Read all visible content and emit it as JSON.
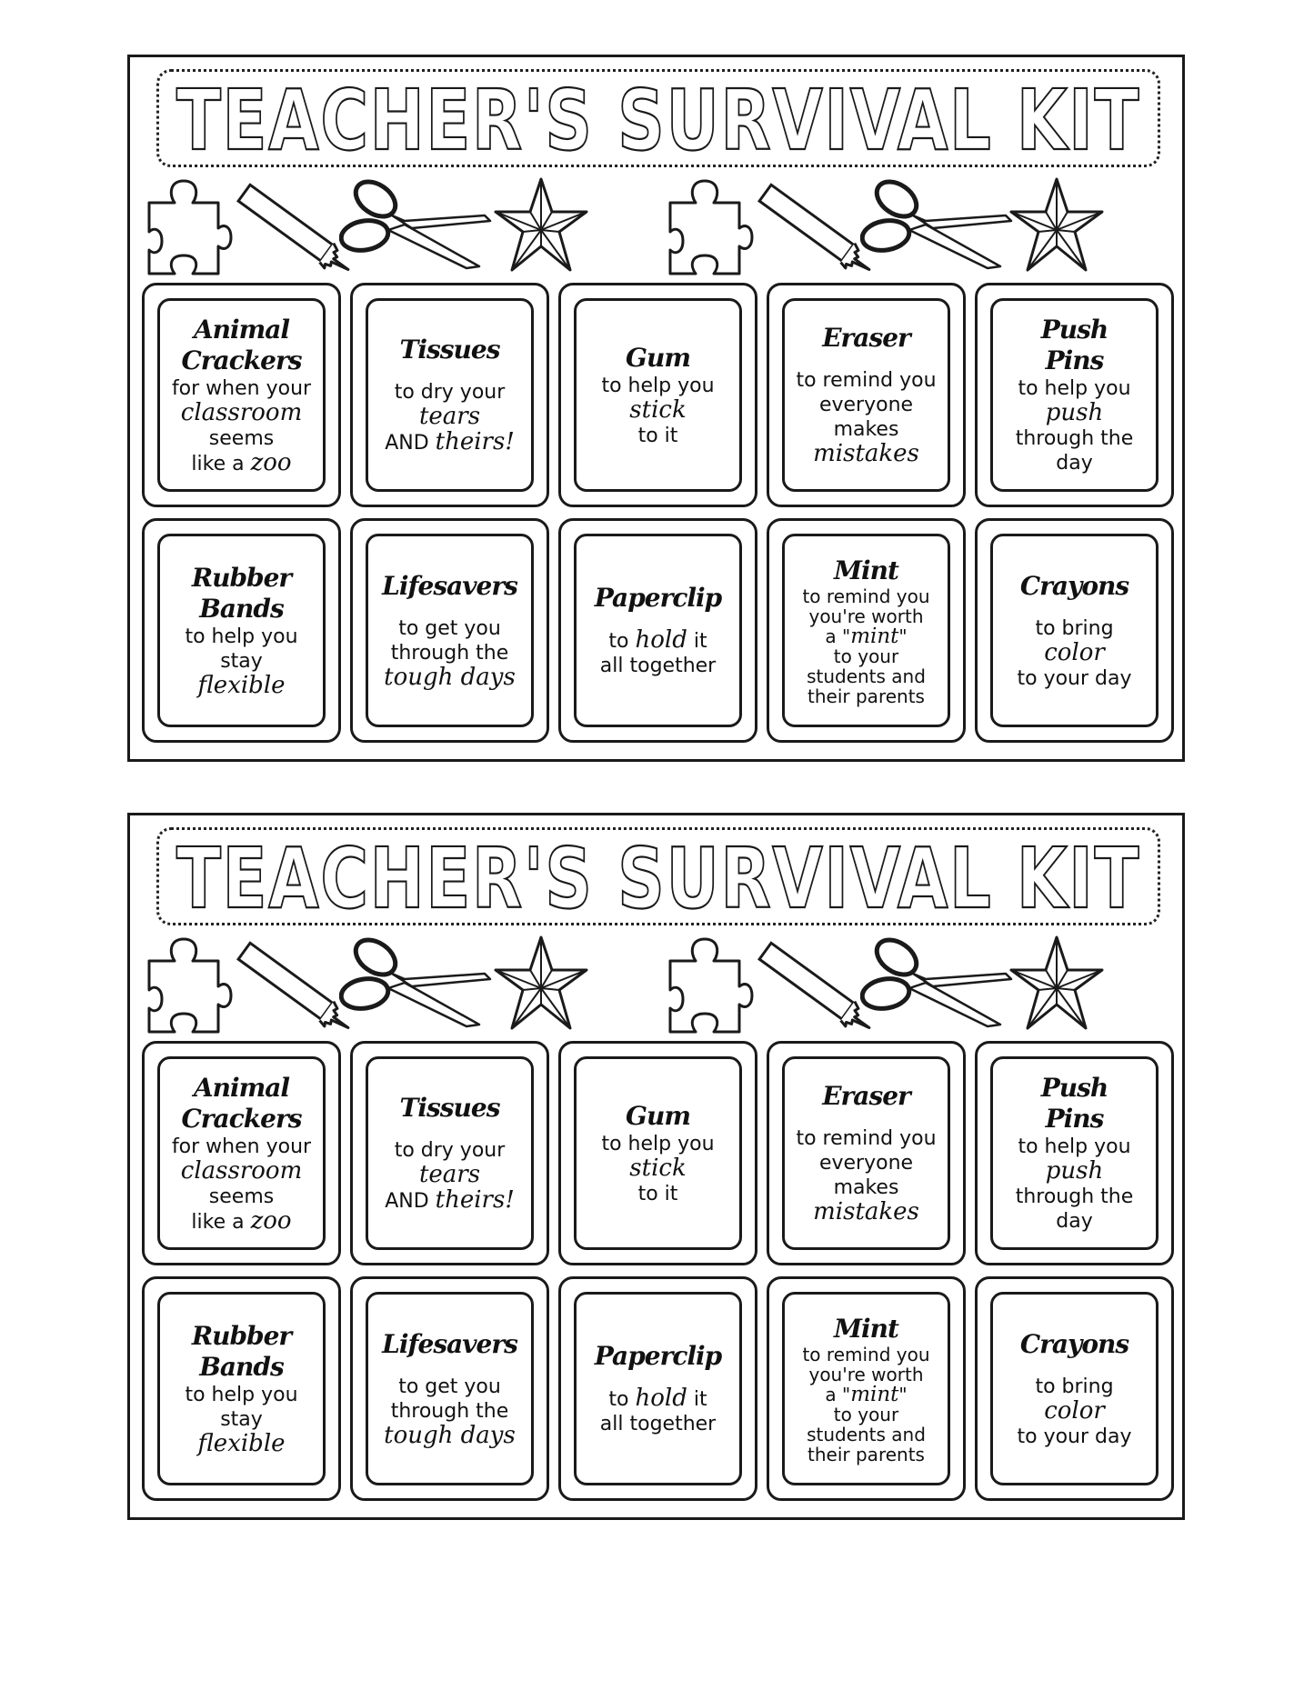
{
  "page": {
    "sheet_count": 2,
    "title": "TEACHER'S SURVIVAL KIT",
    "icons": [
      "puzzle-piece-icon",
      "crayon-icon",
      "scissors-icon",
      "star-icon",
      "puzzle-piece-icon",
      "crayon-icon",
      "scissors-icon",
      "star-icon"
    ],
    "colors": {
      "ink": "#1a1a1a",
      "paper": "#ffffff"
    }
  },
  "cards": [
    {
      "title": [
        "Animal",
        "Crackers"
      ],
      "gap": false,
      "tight": false,
      "lines": [
        [
          {
            "t": "for when your"
          }
        ],
        [
          {
            "t": "classroom",
            "i": true
          }
        ],
        [
          {
            "t": "seems"
          }
        ],
        [
          {
            "t": "like a "
          },
          {
            "t": "zoo",
            "i": true
          }
        ]
      ]
    },
    {
      "title": [
        "Tissues"
      ],
      "gap": true,
      "tight": false,
      "lines": [
        [
          {
            "t": "to dry your"
          }
        ],
        [
          {
            "t": "tears",
            "i": true
          }
        ],
        [
          {
            "t": "AND "
          },
          {
            "t": "theirs!",
            "i": true
          }
        ]
      ]
    },
    {
      "title": [
        "Gum"
      ],
      "gap": false,
      "tight": false,
      "lines": [
        [
          {
            "t": "to help you"
          }
        ],
        [
          {
            "t": "stick",
            "i": true
          }
        ],
        [
          {
            "t": "to it"
          }
        ]
      ]
    },
    {
      "title": [
        "Eraser"
      ],
      "gap": true,
      "tight": false,
      "lines": [
        [
          {
            "t": "to remind you"
          }
        ],
        [
          {
            "t": "everyone"
          }
        ],
        [
          {
            "t": "makes"
          }
        ],
        [
          {
            "t": "mistakes",
            "i": true
          }
        ]
      ]
    },
    {
      "title": [
        "Push",
        "Pins"
      ],
      "gap": false,
      "tight": false,
      "lines": [
        [
          {
            "t": "to help you"
          }
        ],
        [
          {
            "t": "push",
            "i": true
          }
        ],
        [
          {
            "t": "through the"
          }
        ],
        [
          {
            "t": "day"
          }
        ]
      ]
    },
    {
      "title": [
        "Rubber",
        "Bands"
      ],
      "gap": false,
      "tight": false,
      "lines": [
        [
          {
            "t": "to help you"
          }
        ],
        [
          {
            "t": "stay"
          }
        ],
        [
          {
            "t": "flexible",
            "i": true
          }
        ]
      ]
    },
    {
      "title": [
        "Lifesavers"
      ],
      "gap": true,
      "tight": false,
      "lines": [
        [
          {
            "t": "to get you"
          }
        ],
        [
          {
            "t": "through the"
          }
        ],
        [
          {
            "t": "tough days",
            "i": true
          }
        ]
      ]
    },
    {
      "title": [
        "Paperclip"
      ],
      "gap": true,
      "tight": false,
      "lines": [
        [
          {
            "t": "to "
          },
          {
            "t": "hold",
            "i": true
          },
          {
            "t": " it"
          }
        ],
        [
          {
            "t": "all together"
          }
        ]
      ]
    },
    {
      "title": [
        "Mint"
      ],
      "gap": false,
      "tight": true,
      "lines": [
        [
          {
            "t": "to remind you"
          }
        ],
        [
          {
            "t": "you're worth"
          }
        ],
        [
          {
            "t": "a \""
          },
          {
            "t": "mint",
            "i": true
          },
          {
            "t": "\""
          }
        ],
        [
          {
            "t": "to your"
          }
        ],
        [
          {
            "t": "students and"
          }
        ],
        [
          {
            "t": "their parents"
          }
        ]
      ]
    },
    {
      "title": [
        "Crayons"
      ],
      "gap": true,
      "tight": false,
      "lines": [
        [
          {
            "t": "to bring"
          }
        ],
        [
          {
            "t": "color",
            "i": true
          }
        ],
        [
          {
            "t": "to your day"
          }
        ]
      ]
    }
  ]
}
